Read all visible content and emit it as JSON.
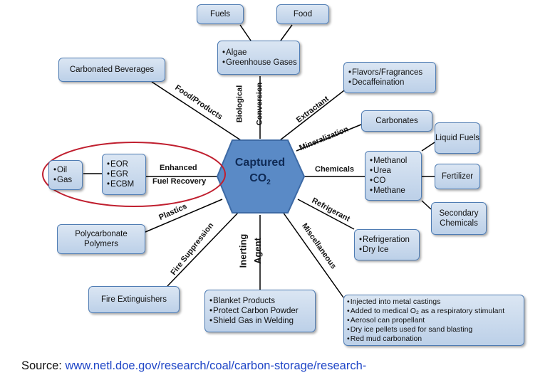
{
  "hub": {
    "title": "Captured",
    "subtitle": "CO",
    "subscript": "2"
  },
  "boxes": {
    "fuels": "Fuels",
    "food": "Food",
    "algae_ghg": [
      "Algae",
      "Greenhouse Gases"
    ],
    "carbonated_beverages": "Carbonated Beverages",
    "flavors": [
      "Flavors/Fragrances",
      "Decaffeination"
    ],
    "carbonates": "Carbonates",
    "liquid_fuels": "Liquid Fuels",
    "chemicals_list": [
      "Methanol",
      "Urea",
      "CO",
      "Methane"
    ],
    "fertilizer": "Fertilizer",
    "secondary_chemicals": "Secondary Chemicals",
    "oil_gas": [
      "Oil",
      "Gas"
    ],
    "eor": [
      "EOR",
      "EGR",
      "ECBM"
    ],
    "polycarbonate": "Polycarbonate Polymers",
    "refrigeration": [
      "Refrigeration",
      "Dry Ice"
    ],
    "fire_extinguishers": "Fire Extinguishers",
    "inerting_list": [
      "Blanket Products",
      "Protect Carbon Powder",
      "Shield  Gas in Welding"
    ],
    "misc_list": [
      "Injected into metal castings",
      "Added to medical O₂ as a respiratory stimulant",
      "Aerosol can propellant",
      "Dry ice pellets used for sand blasting",
      "Red mud carbonation"
    ]
  },
  "labels": {
    "food_products": "Food/Products",
    "biological": "Biological",
    "conversion": "Conversion",
    "extractant": "Extractant",
    "mineralization": "Mineralization",
    "chemicals": "Chemicals",
    "refrigerant": "Refrigerant",
    "miscellaneous": "Miscellaneous",
    "inerting": "Inerting",
    "agent": "Agent",
    "fire_suppression": "Fire Suppression",
    "plastics": "Plastics",
    "enhanced": "Enhanced",
    "fuel_recovery": "Fuel Recovery"
  },
  "source": {
    "prefix": "Source: ",
    "url": "www.netl.doe.gov/research/coal/carbon-storage/research-"
  }
}
